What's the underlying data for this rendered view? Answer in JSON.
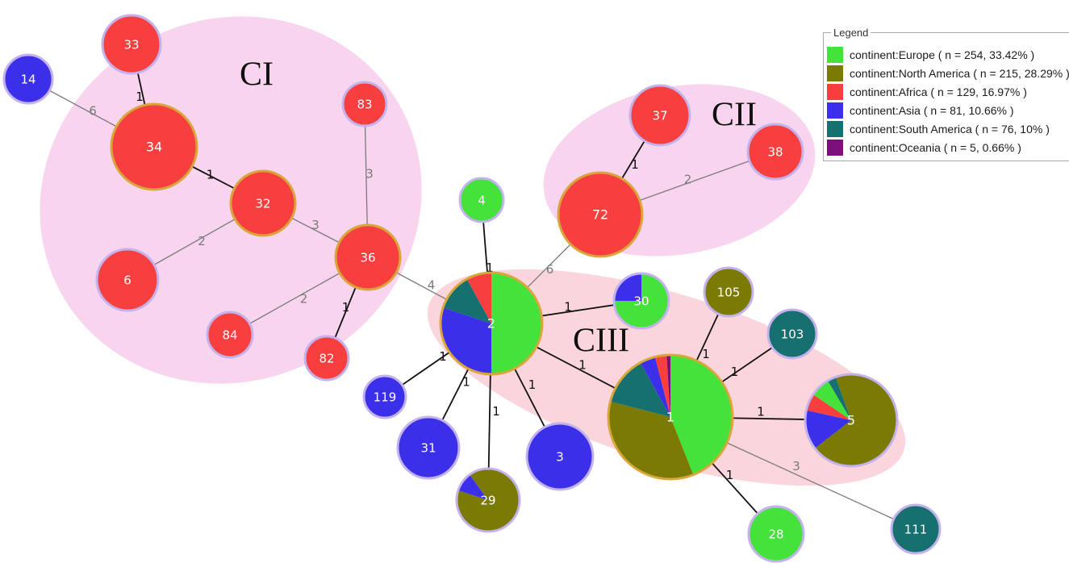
{
  "colors": {
    "Europe": "#44e23a",
    "North America": "#7b7a05",
    "Africa": "#f73f3f",
    "Asia": "#3b2fea",
    "South America": "#15706f",
    "Oceania": "#7b0f7b",
    "cluster_fill": "#f8d4ee",
    "cluster3_fill": "#fad6dc",
    "hub_ring": "#d8a63a",
    "leaf_ring": "#c4b2ec"
  },
  "legend": {
    "title": "Legend",
    "items": [
      {
        "key": "Europe",
        "label": "continent:Europe ( n = 254, 33.42% )"
      },
      {
        "key": "North America",
        "label": "continent:North America ( n = 215, 28.29% )"
      },
      {
        "key": "Africa",
        "label": "continent:Africa ( n = 129, 16.97% )"
      },
      {
        "key": "Asia",
        "label": "continent:Asia ( n = 81, 10.66% )"
      },
      {
        "key": "South America",
        "label": "continent:South America ( n = 76, 10% )"
      },
      {
        "key": "Oceania",
        "label": "continent:Oceania ( n = 5, 0.66% )"
      }
    ]
  },
  "clusters": [
    {
      "id": "CI",
      "label": "CI"
    },
    {
      "id": "CII",
      "label": "CII"
    },
    {
      "id": "CIII",
      "label": "CIII"
    }
  ],
  "nodes": [
    {
      "id": "33",
      "label": "33",
      "hub": false,
      "parts": [
        {
          "c": "Africa",
          "f": 1
        }
      ]
    },
    {
      "id": "14",
      "label": "14",
      "hub": false,
      "parts": [
        {
          "c": "Asia",
          "f": 1
        }
      ]
    },
    {
      "id": "34",
      "label": "34",
      "hub": true,
      "parts": [
        {
          "c": "Africa",
          "f": 1
        }
      ]
    },
    {
      "id": "83",
      "label": "83",
      "hub": false,
      "parts": [
        {
          "c": "Africa",
          "f": 1
        }
      ]
    },
    {
      "id": "32",
      "label": "32",
      "hub": true,
      "parts": [
        {
          "c": "Africa",
          "f": 1
        }
      ]
    },
    {
      "id": "6",
      "label": "6",
      "hub": false,
      "parts": [
        {
          "c": "Africa",
          "f": 1
        }
      ]
    },
    {
      "id": "36",
      "label": "36",
      "hub": true,
      "parts": [
        {
          "c": "Africa",
          "f": 1
        }
      ]
    },
    {
      "id": "84",
      "label": "84",
      "hub": false,
      "parts": [
        {
          "c": "Africa",
          "f": 1
        }
      ]
    },
    {
      "id": "82",
      "label": "82",
      "hub": false,
      "parts": [
        {
          "c": "Africa",
          "f": 1
        }
      ]
    },
    {
      "id": "4",
      "label": "4",
      "hub": false,
      "parts": [
        {
          "c": "Europe",
          "f": 1
        }
      ]
    },
    {
      "id": "37",
      "label": "37",
      "hub": false,
      "parts": [
        {
          "c": "Africa",
          "f": 1
        }
      ]
    },
    {
      "id": "38",
      "label": "38",
      "hub": false,
      "parts": [
        {
          "c": "Africa",
          "f": 1
        }
      ]
    },
    {
      "id": "72",
      "label": "72",
      "hub": true,
      "parts": [
        {
          "c": "Africa",
          "f": 1
        }
      ]
    },
    {
      "id": "2",
      "label": "2",
      "hub": true,
      "parts": [
        {
          "c": "Europe",
          "f": 0.5
        },
        {
          "c": "Asia",
          "f": 0.3
        },
        {
          "c": "South America",
          "f": 0.12
        },
        {
          "c": "Africa",
          "f": 0.08
        }
      ]
    },
    {
      "id": "30",
      "label": "30",
      "hub": false,
      "parts": [
        {
          "c": "Europe",
          "f": 0.75
        },
        {
          "c": "Asia",
          "f": 0.25
        }
      ]
    },
    {
      "id": "105",
      "label": "105",
      "hub": false,
      "parts": [
        {
          "c": "North America",
          "f": 1
        }
      ]
    },
    {
      "id": "103",
      "label": "103",
      "hub": false,
      "parts": [
        {
          "c": "South America",
          "f": 1
        }
      ]
    },
    {
      "id": "1",
      "label": "1",
      "hub": true,
      "parts": [
        {
          "c": "Europe",
          "f": 0.44
        },
        {
          "c": "North America",
          "f": 0.35
        },
        {
          "c": "South America",
          "f": 0.13
        },
        {
          "c": "Asia",
          "f": 0.04
        },
        {
          "c": "Africa",
          "f": 0.03
        },
        {
          "c": "Oceania",
          "f": 0.01
        }
      ]
    },
    {
      "id": "5",
      "label": "5",
      "hub": false,
      "parts": [
        {
          "c": "North America",
          "f": 0.7
        },
        {
          "c": "Asia",
          "f": 0.14
        },
        {
          "c": "Africa",
          "f": 0.06
        },
        {
          "c": "Europe",
          "f": 0.07
        },
        {
          "c": "South America",
          "f": 0.03
        }
      ]
    },
    {
      "id": "119",
      "label": "119",
      "hub": false,
      "parts": [
        {
          "c": "Asia",
          "f": 1
        }
      ]
    },
    {
      "id": "31",
      "label": "31",
      "hub": false,
      "parts": [
        {
          "c": "Asia",
          "f": 1
        }
      ]
    },
    {
      "id": "3",
      "label": "3",
      "hub": false,
      "parts": [
        {
          "c": "Asia",
          "f": 1
        }
      ]
    },
    {
      "id": "29",
      "label": "29",
      "hub": false,
      "parts": [
        {
          "c": "North America",
          "f": 0.9
        },
        {
          "c": "Asia",
          "f": 0.1
        }
      ]
    },
    {
      "id": "28",
      "label": "28",
      "hub": false,
      "parts": [
        {
          "c": "Europe",
          "f": 1
        }
      ]
    },
    {
      "id": "111",
      "label": "111",
      "hub": false,
      "parts": [
        {
          "c": "South America",
          "f": 1
        }
      ]
    }
  ],
  "edges": [
    {
      "a": "33",
      "b": "34",
      "label": "1",
      "gray": false
    },
    {
      "a": "14",
      "b": "34",
      "label": "6",
      "gray": true
    },
    {
      "a": "34",
      "b": "32",
      "label": "1",
      "gray": false
    },
    {
      "a": "32",
      "b": "6",
      "label": "2",
      "gray": true
    },
    {
      "a": "32",
      "b": "36",
      "label": "3",
      "gray": true
    },
    {
      "a": "83",
      "b": "36",
      "label": "3",
      "gray": true
    },
    {
      "a": "36",
      "b": "84",
      "label": "2",
      "gray": true
    },
    {
      "a": "36",
      "b": "82",
      "label": "1",
      "gray": false
    },
    {
      "a": "36",
      "b": "2",
      "label": "4",
      "gray": true
    },
    {
      "a": "4",
      "b": "2",
      "label": "1",
      "gray": false
    },
    {
      "a": "72",
      "b": "2",
      "label": "6",
      "gray": true
    },
    {
      "a": "37",
      "b": "72",
      "label": "1",
      "gray": false
    },
    {
      "a": "38",
      "b": "72",
      "label": "2",
      "gray": true
    },
    {
      "a": "2",
      "b": "30",
      "label": "1",
      "gray": false
    },
    {
      "a": "2",
      "b": "119",
      "label": "1",
      "gray": false
    },
    {
      "a": "2",
      "b": "31",
      "label": "1",
      "gray": false
    },
    {
      "a": "2",
      "b": "29",
      "label": "1",
      "gray": false
    },
    {
      "a": "2",
      "b": "3",
      "label": "1",
      "gray": false
    },
    {
      "a": "2",
      "b": "1",
      "label": "1",
      "gray": false
    },
    {
      "a": "105",
      "b": "1",
      "label": "1",
      "gray": false
    },
    {
      "a": "103",
      "b": "1",
      "label": "1",
      "gray": false
    },
    {
      "a": "1",
      "b": "5",
      "label": "1",
      "gray": false
    },
    {
      "a": "1",
      "b": "28",
      "label": "1",
      "gray": false
    },
    {
      "a": "1",
      "b": "111",
      "label": "3",
      "gray": true
    }
  ]
}
